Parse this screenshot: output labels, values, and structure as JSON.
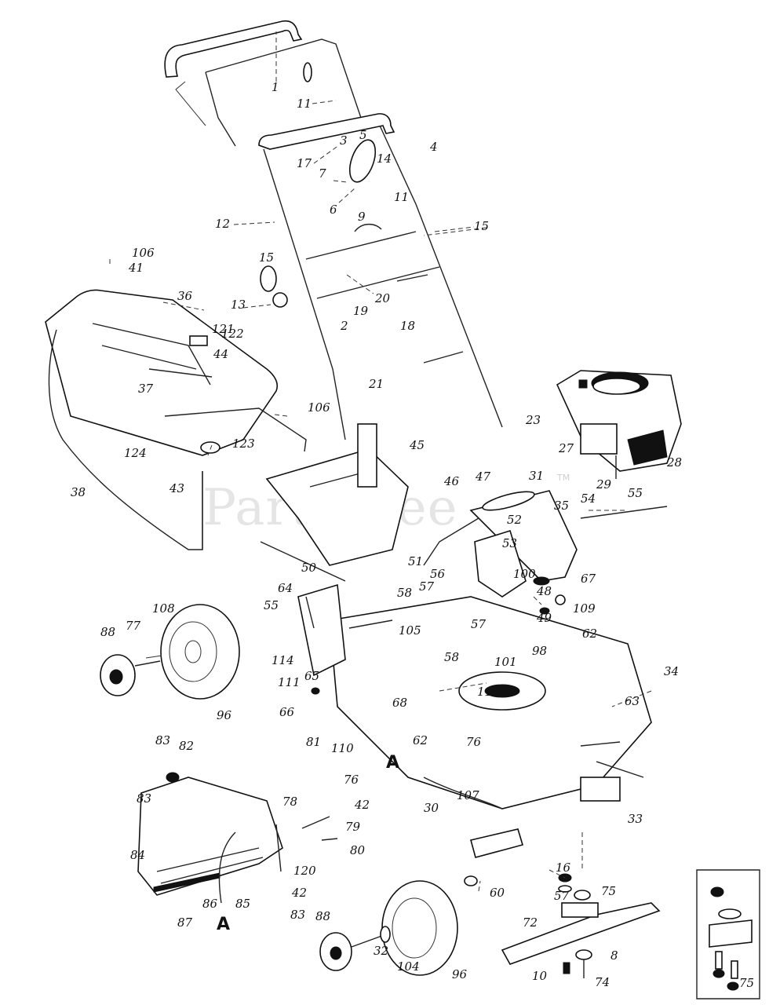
{
  "watermark": "PartsTree",
  "trademark": "TM",
  "callout_letter": "A",
  "labels": [
    "1",
    "11",
    "3",
    "5",
    "4",
    "17",
    "14",
    "7",
    "6",
    "11",
    "9",
    "12",
    "15",
    "15",
    "106",
    "41",
    "13",
    "19",
    "20",
    "2",
    "18",
    "36",
    "121",
    "122",
    "44",
    "37",
    "21",
    "106",
    "123",
    "124",
    "38",
    "43",
    "23",
    "27",
    "28",
    "29",
    "45",
    "46",
    "47",
    "31",
    "54",
    "55",
    "35",
    "52",
    "53",
    "67",
    "51",
    "56",
    "57",
    "58",
    "50",
    "100",
    "48",
    "109",
    "49",
    "62",
    "64",
    "55",
    "108",
    "88",
    "77",
    "105",
    "57",
    "58",
    "101",
    "98",
    "34",
    "114",
    "65",
    "111",
    "113",
    "63",
    "66",
    "68",
    "96",
    "62",
    "83",
    "82",
    "81",
    "110",
    "76",
    "76",
    "42",
    "83",
    "78",
    "79",
    "80",
    "107",
    "30",
    "33",
    "84",
    "120",
    "42",
    "86",
    "85",
    "83",
    "87",
    "16",
    "60",
    "57",
    "75",
    "88",
    "72",
    "32",
    "104",
    "96",
    "8",
    "10",
    "74",
    "75"
  ]
}
